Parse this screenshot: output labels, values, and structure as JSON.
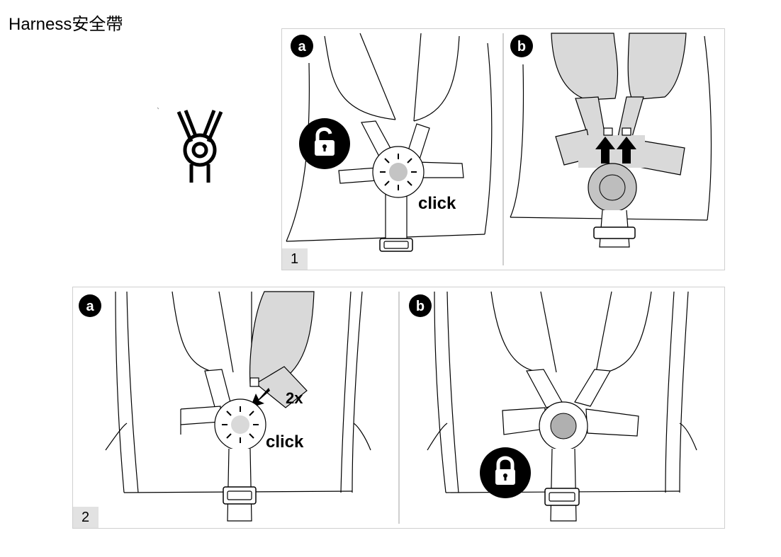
{
  "title": "Harness安全帶",
  "icon": "harness-icon",
  "step1": {
    "number": "1",
    "panel_a": {
      "badge": "a",
      "click_label": "click",
      "lock_icon": "unlocked-padlock-icon"
    },
    "panel_b": {
      "badge": "b"
    }
  },
  "step2": {
    "number": "2",
    "panel_a": {
      "badge": "a",
      "count_label": "2x",
      "click_label": "click"
    },
    "panel_b": {
      "badge": "b",
      "lock_icon": "locked-padlock-icon"
    }
  },
  "colors": {
    "strap_gray": "#d9d9d9",
    "buckle_gray": "#c4c4c4",
    "badge_black": "#000000",
    "step_bg": "#e2e2e2"
  }
}
